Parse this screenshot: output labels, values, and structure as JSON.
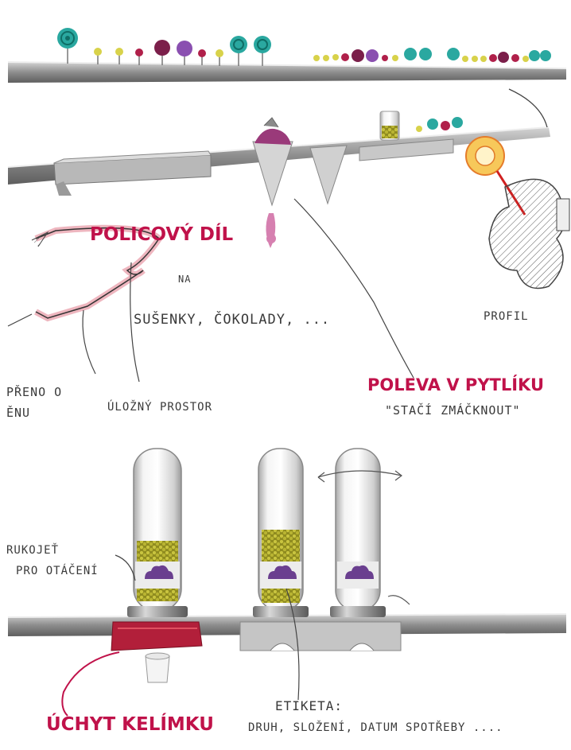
{
  "labels": {
    "shelf_part": "POLICOVÝ DÍL",
    "shelf_for": "NA",
    "shelf_items": "SUŠENKY, ČOKOLADY, ...",
    "attached_line1": "PŘENO O",
    "attached_line2": "ĚNU",
    "storage": "ÚLOŽNÝ PROSTOR",
    "profile": "PROFIL",
    "icing_title": "POLEVA V PYTLÍKU",
    "icing_sub": "\"STAČÍ ZMÁČKNOUT\"",
    "handle_line1": "RUKOJEŤ",
    "handle_line2": "PRO OTÁČENÍ",
    "cup_holder": "ÚCHYT KELÍMKU",
    "label_title": "ETIKETA:",
    "label_desc": "DRUH, SLOŽENÍ, DATUM SPOTŘEBY ...."
  },
  "colors": {
    "accent": "#c0124a",
    "teal": "#2aa8a0",
    "purple": "#7b3fa0",
    "yellow": "#d8d24a",
    "rail": "#9a9a9a",
    "corn": "#a9a62a"
  }
}
